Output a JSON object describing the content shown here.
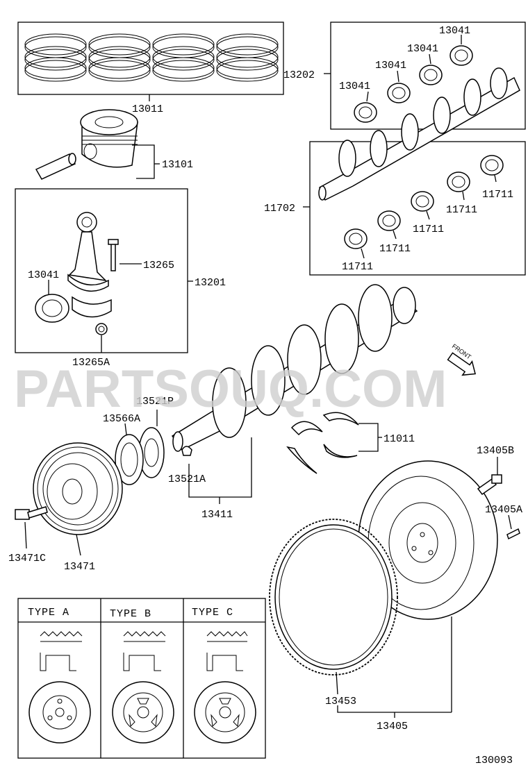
{
  "labels": {
    "p13011": "13011",
    "p13101": "13101",
    "p13202": "13202",
    "p13041_a": "13041",
    "p13041_b": "13041",
    "p13041_c": "13041",
    "p13041_d": "13041",
    "p11702": "11702",
    "p11711_a": "11711",
    "p11711_b": "11711",
    "p11711_c": "11711",
    "p11711_d": "11711",
    "p13201": "13201",
    "p13041_e": "13041",
    "p13265": "13265",
    "p13265A": "13265A",
    "p13521P": "13521P",
    "p13566A": "13566A",
    "p11011": "11011",
    "p13521A": "13521A",
    "p13411": "13411",
    "p13405B": "13405B",
    "p13405A": "13405A",
    "p13471C": "13471C",
    "p13471": "13471",
    "p13453": "13453",
    "p13405": "13405",
    "figure_no": "130093"
  },
  "front_marker": "FRONT",
  "watermark": "PARTSOUQ.COM",
  "types": [
    "TYPE A",
    "TYPE B",
    "TYPE C"
  ]
}
